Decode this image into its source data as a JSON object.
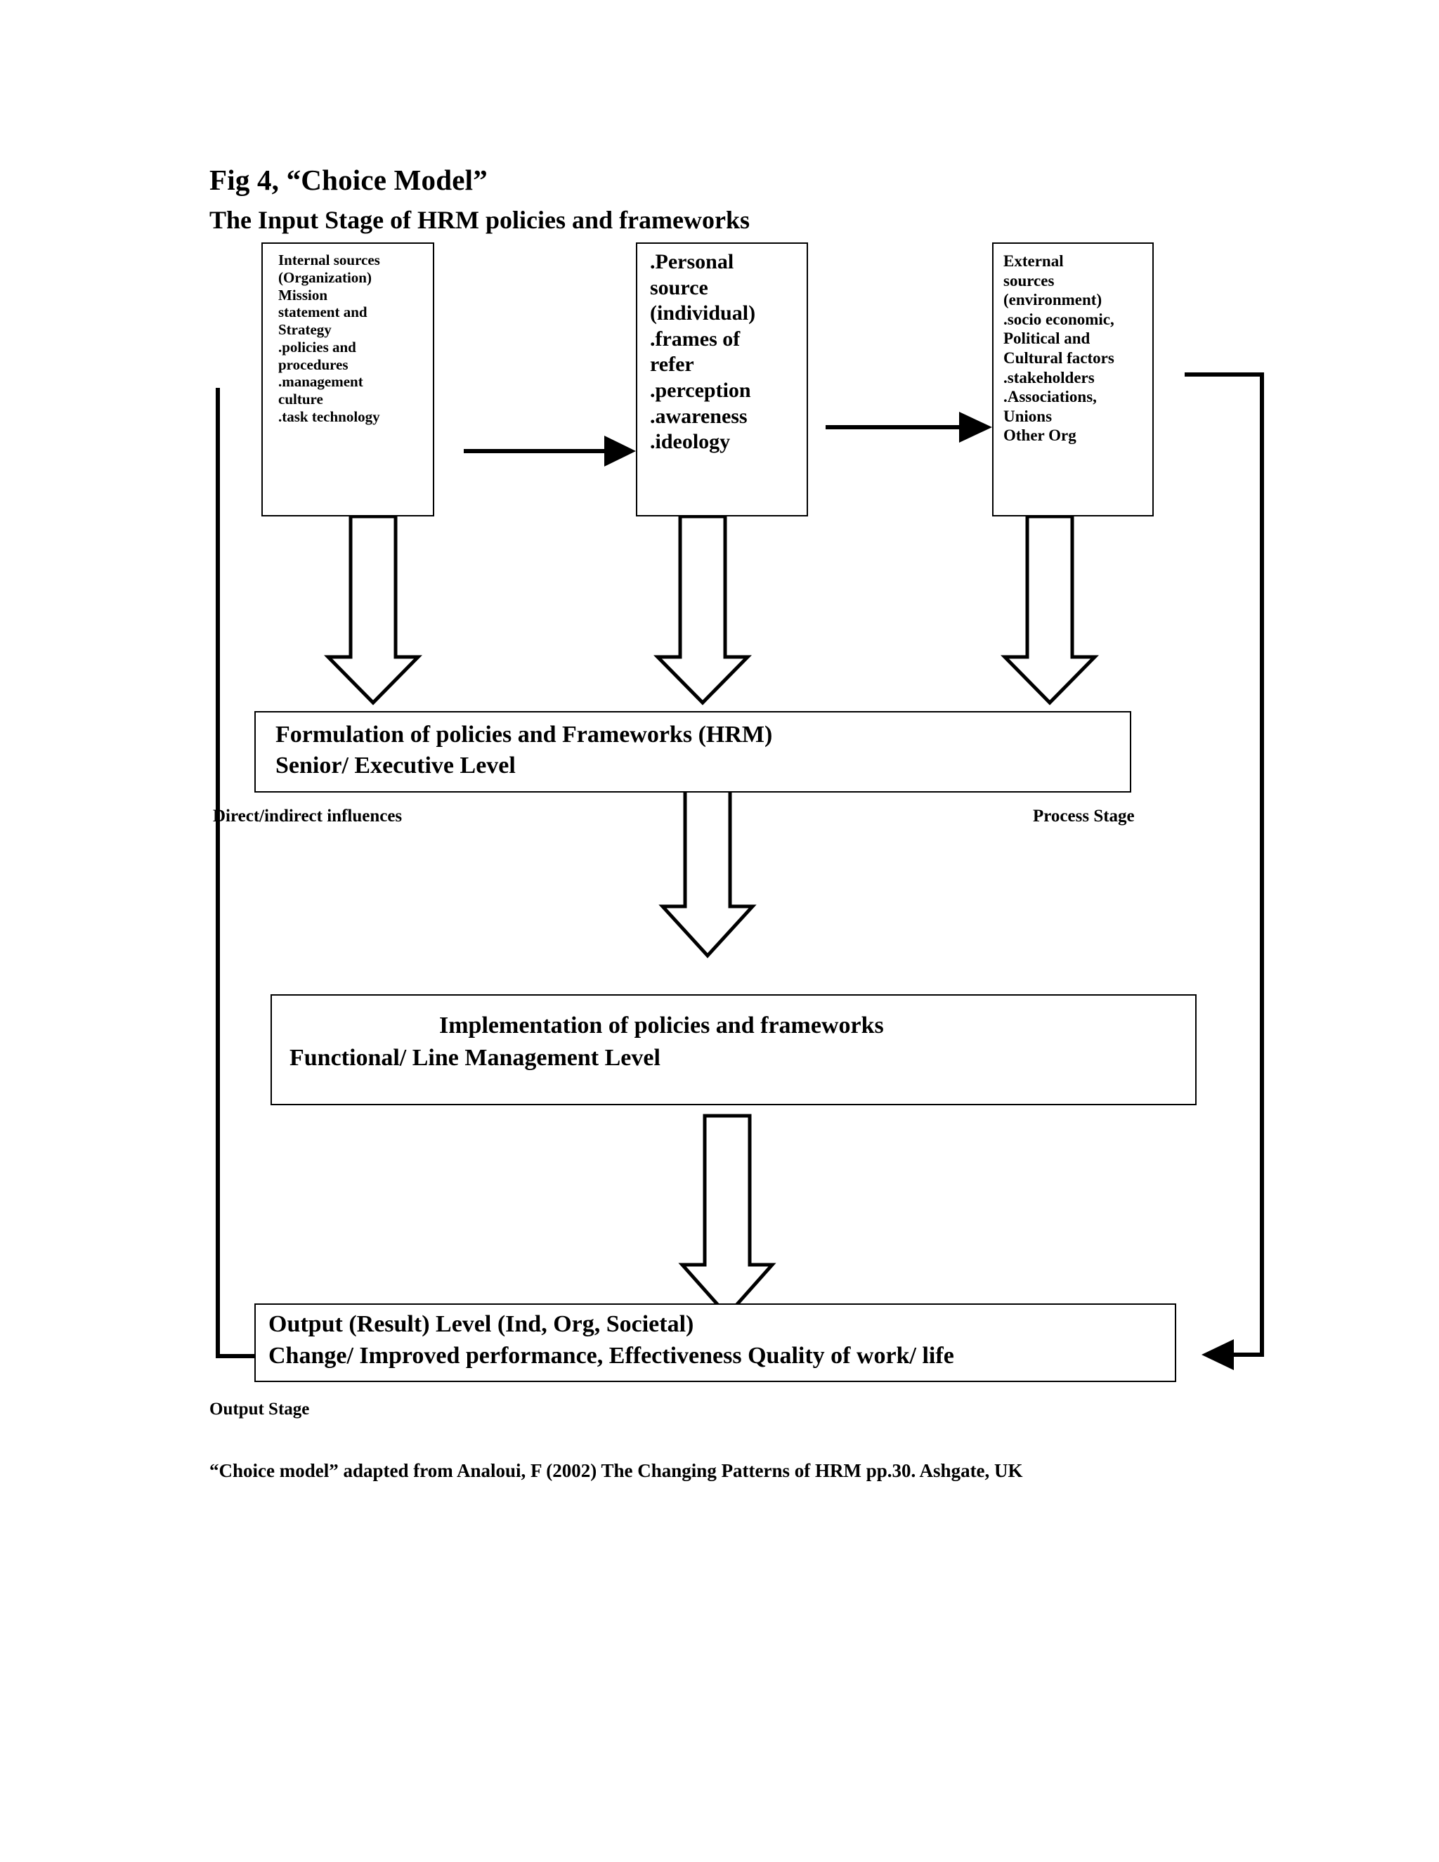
{
  "figure": {
    "title": "Fig 4, “Choice Model”",
    "subtitle": "The Input Stage of HRM policies and frameworks",
    "caption": "“Choice model” adapted from Analoui, F (2002) The Changing Patterns of HRM pp.30. Ashgate, UK"
  },
  "input_boxes": [
    {
      "id": "internal-sources",
      "text": "Internal sources\n(Organization)\nMission\nstatement and\nStrategy\n.policies and\nprocedures\n.management\nculture\n.task technology"
    },
    {
      "id": "personal-source",
      "text": ".Personal\nsource\n(individual)\n.frames of\nrefer\n.perception\n.awareness\n.ideology"
    },
    {
      "id": "external-sources",
      "text": "External\nsources\n(environment)\n.socio economic,\nPolitical and\nCultural factors\n.stakeholders\n.Associations,\nUnions\nOther Org"
    }
  ],
  "stages": [
    {
      "id": "formulation",
      "line1": "Formulation of policies and Frameworks (HRM)",
      "line2": "Senior/ Executive Level"
    },
    {
      "id": "implementation",
      "line1": "Implementation of policies and frameworks",
      "line2": "Functional/ Line Management Level"
    },
    {
      "id": "output",
      "line1": "Output (Result) Level (Ind, Org, Societal)",
      "line2": "Change/ Improved performance, Effectiveness Quality of work/ life"
    }
  ],
  "labels": {
    "direct_indirect": "Direct/indirect influences",
    "process_stage": "Process Stage",
    "output_stage": "Output Stage"
  },
  "colors": {
    "stroke": "#000000",
    "background": "#ffffff"
  }
}
